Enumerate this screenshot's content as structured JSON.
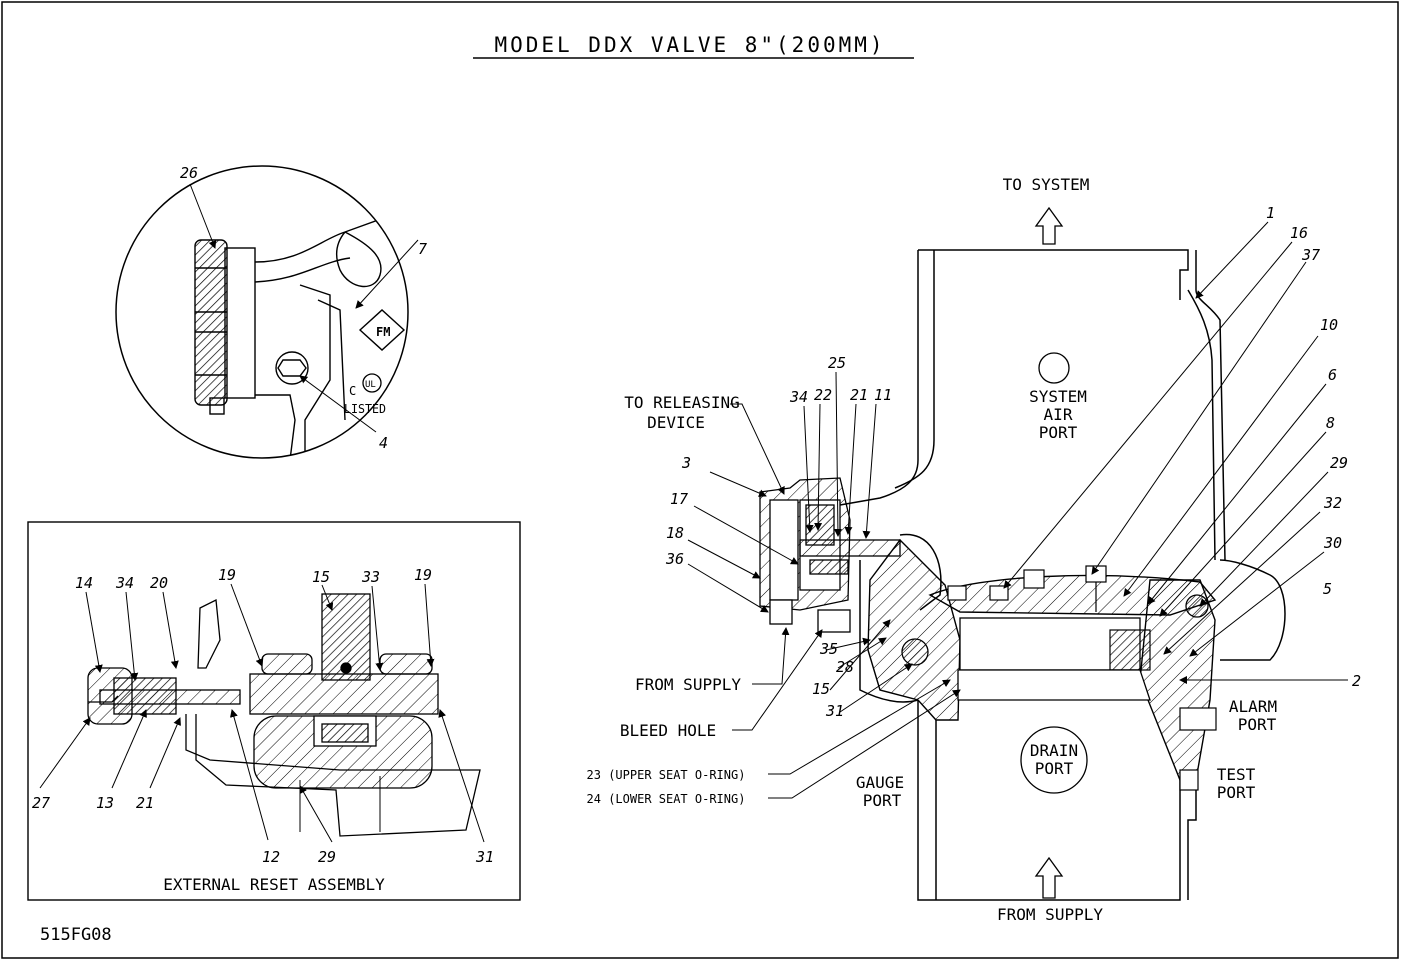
{
  "title": "MODEL DDX VALVE 8\"(200MM)",
  "figure_code": "515FG08",
  "inset_label": "EXTERNAL RESET ASSEMBLY",
  "ports": {
    "to_system": "TO SYSTEM",
    "from_supply_main": "FROM SUPPLY",
    "system_air": [
      "SYSTEM",
      "AIR",
      "PORT"
    ],
    "drain": [
      "DRAIN",
      "PORT"
    ],
    "alarm": [
      "ALARM",
      "PORT"
    ],
    "test": [
      "TEST",
      "PORT"
    ],
    "gauge": [
      "GAUGE",
      "PORT"
    ]
  },
  "callouts": {
    "to_releasing": [
      "TO RELEASING",
      "DEVICE"
    ],
    "from_supply_small": "FROM SUPPLY",
    "bleed_hole": "BLEED HOLE",
    "upper_seat": "23 (UPPER SEAT O-RING)",
    "lower_seat": "24 (LOWER SEAT O-RING)"
  },
  "part_numbers": {
    "circle": [
      "26",
      "7",
      "4"
    ],
    "inset": [
      "14",
      "34",
      "20",
      "19",
      "15",
      "33",
      "19",
      "27",
      "13",
      "21",
      "12",
      "29",
      "31"
    ],
    "main": [
      "1",
      "16",
      "37",
      "10",
      "6",
      "8",
      "29",
      "32",
      "30",
      "5",
      "2",
      "25",
      "34",
      "22",
      "21",
      "11",
      "3",
      "17",
      "18",
      "36",
      "35",
      "28",
      "15",
      "31"
    ]
  },
  "logos": {
    "fm": "FM",
    "ul": "UL",
    "ul_c": "C",
    "listed": "LISTED"
  }
}
